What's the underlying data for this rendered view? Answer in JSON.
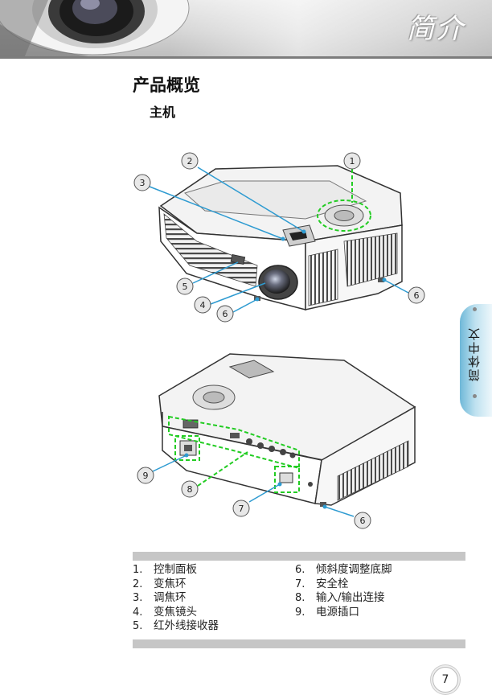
{
  "header": {
    "title": "简介"
  },
  "section": {
    "title": "产品概览",
    "subtitle": "主机"
  },
  "side_tab": {
    "label": "简体中文"
  },
  "callouts": {
    "top": [
      "1",
      "2",
      "3",
      "4",
      "5",
      "6",
      "6"
    ],
    "bottom": [
      "6",
      "7",
      "8",
      "9"
    ]
  },
  "legend": {
    "left": [
      {
        "num": "1.",
        "text": "控制面板"
      },
      {
        "num": "2.",
        "text": "变焦环"
      },
      {
        "num": "3.",
        "text": "调焦环"
      },
      {
        "num": "4.",
        "text": "变焦镜头"
      },
      {
        "num": "5.",
        "text": "红外线接收器"
      }
    ],
    "right": [
      {
        "num": "6.",
        "text": "倾斜度调整底脚"
      },
      {
        "num": "7.",
        "text": "安全栓"
      },
      {
        "num": "8.",
        "text": "输入/输出连接"
      },
      {
        "num": "9.",
        "text": "电源插口"
      }
    ]
  },
  "page_number": "7",
  "colors": {
    "accent_blue": "#2e9bd1",
    "callout_green": "#22cc22",
    "legend_bar": "#c6c6c6"
  }
}
